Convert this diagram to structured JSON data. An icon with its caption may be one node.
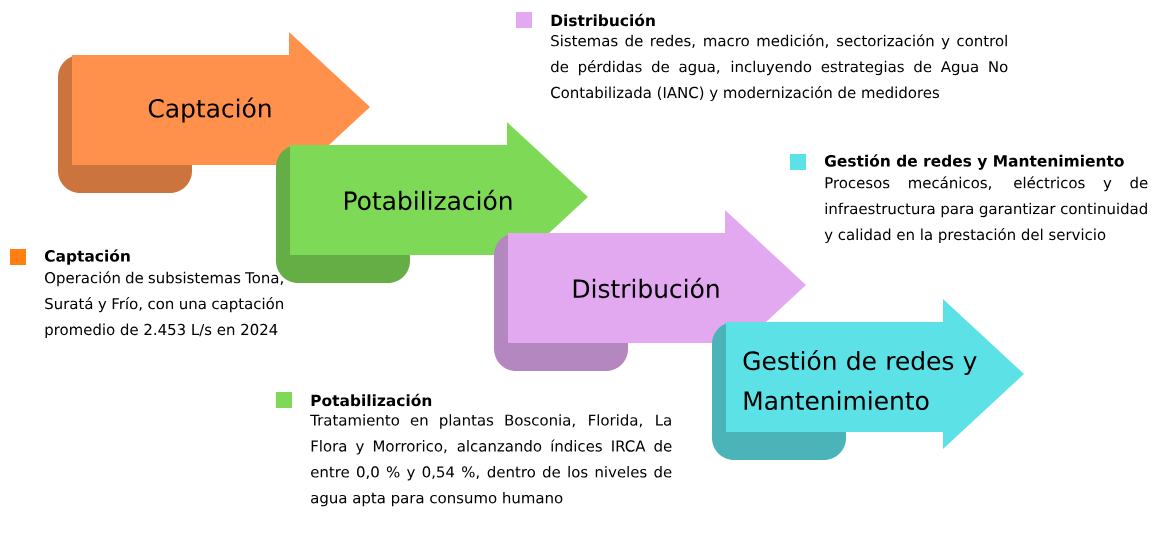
{
  "diagram": {
    "nodes": [
      {
        "text": [
          "Captación"
        ]
      },
      {
        "text": [
          "Potabilización"
        ]
      },
      {
        "text": [
          "Distribución"
        ]
      },
      {
        "text": [
          "Gestión de redes y Mantenimiento"
        ]
      }
    ],
    "labels": [
      "Operación de subsistemas Tona, Suratá y Frío, con una captación promedio de 2.453 L/s en 2024",
      "Tratamiento en plantas Bosconia, Florida, La Flora y Morrorico, alcanzando índices IRCA de entre 0,0 % y 0,54 %, dentro de los niveles de agua apta para consumo humano",
      "Sistemas de redes, macro medición, sectorización y control de pérdidas de agua, incluyendo estrategias de Agua No Contabilizada (IANC) y modernización de medidores",
      "Procesos mecánicos, eléctricos y de infraestructura para garantizar continuidad y calidad en la prestación del servicio"
    ],
    "legend": [
      {
        "text": "Captación",
        "color": "#ff7f0f"
      },
      {
        "text": "Potabilización",
        "color": "#7ed957"
      },
      {
        "text": "Distribución",
        "color": "#e2a9f1"
      },
      {
        "text": "Gestión de redes y Mantenimiento",
        "color": "#5ce1e6"
      }
    ]
  }
}
